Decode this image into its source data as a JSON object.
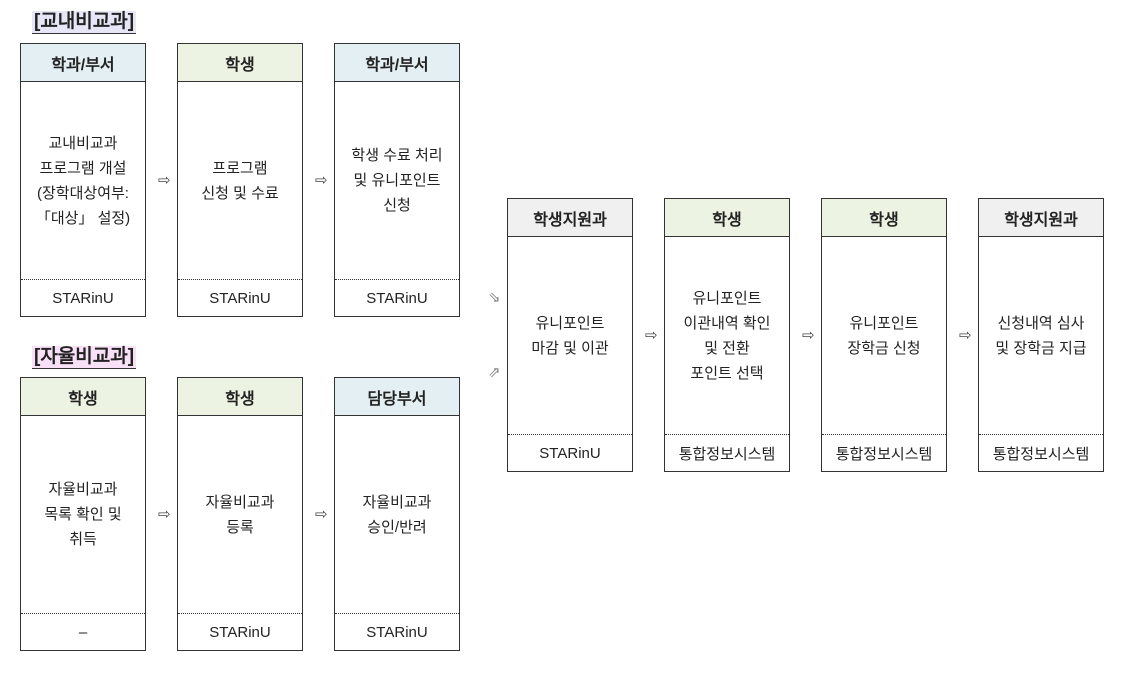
{
  "sections": {
    "curricular": "[교내비교과]",
    "self": "[자율비교과]"
  },
  "colors": {
    "dept_header": "#e3eff3",
    "student_header": "#edf3e3",
    "support_header": "#f0f0f0",
    "curricular_label_bg": "#e6e6f7",
    "self_label_bg": "#f8e0f6"
  },
  "curricular_steps": [
    {
      "header": "학과/부서",
      "body": "교내비교과\n프로그램 개설\n(장학대상여부:\n「대상」 설정)",
      "system": "STARinU"
    },
    {
      "header": "학생",
      "body": "프로그램\n신청 및 수료",
      "system": "STARinU"
    },
    {
      "header": "학과/부서",
      "body": "학생 수료 처리\n및 유니포인트\n신청",
      "system": "STARinU"
    }
  ],
  "self_steps": [
    {
      "header": "학생",
      "body": "자율비교과\n목록 확인 및\n취득",
      "system": "–"
    },
    {
      "header": "학생",
      "body": "자율비교과\n등록",
      "system": "STARinU"
    },
    {
      "header": "담당부서",
      "body": "자율비교과\n승인/반려",
      "system": "STARinU"
    }
  ],
  "final_steps": [
    {
      "header": "학생지원과",
      "body": "유니포인트\n마감 및 이관",
      "system": "STARinU"
    },
    {
      "header": "학생",
      "body": "유니포인트\n이관내역 확인\n및 전환\n포인트 선택",
      "system": "통합정보시스템"
    },
    {
      "header": "학생",
      "body": "유니포인트\n장학금 신청",
      "system": "통합정보시스템"
    },
    {
      "header": "학생지원과",
      "body": "신청내역 심사\n및 장학금 지급",
      "system": "통합정보시스템"
    }
  ],
  "arrows": {
    "right": "⇨",
    "down_right": "⇘",
    "up_right": "⇗"
  }
}
